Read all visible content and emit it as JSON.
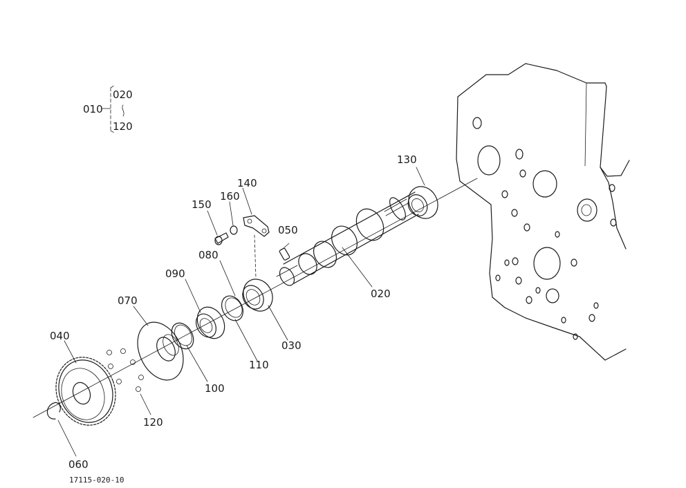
{
  "figure_id": "17115-020-10",
  "assembly_key": {
    "main": "010",
    "range_start": "020",
    "range_end": "120"
  },
  "part_labels": {
    "p020": "020",
    "p030": "030",
    "p040": "040",
    "p050": "050",
    "p060": "060",
    "p070": "070",
    "p080": "080",
    "p090": "090",
    "p100": "100",
    "p110": "110",
    "p120": "120",
    "p130": "130",
    "p140": "140",
    "p150": "150",
    "p160": "160"
  },
  "colors": {
    "line": "#1a1a1a",
    "background": "#ffffff"
  }
}
